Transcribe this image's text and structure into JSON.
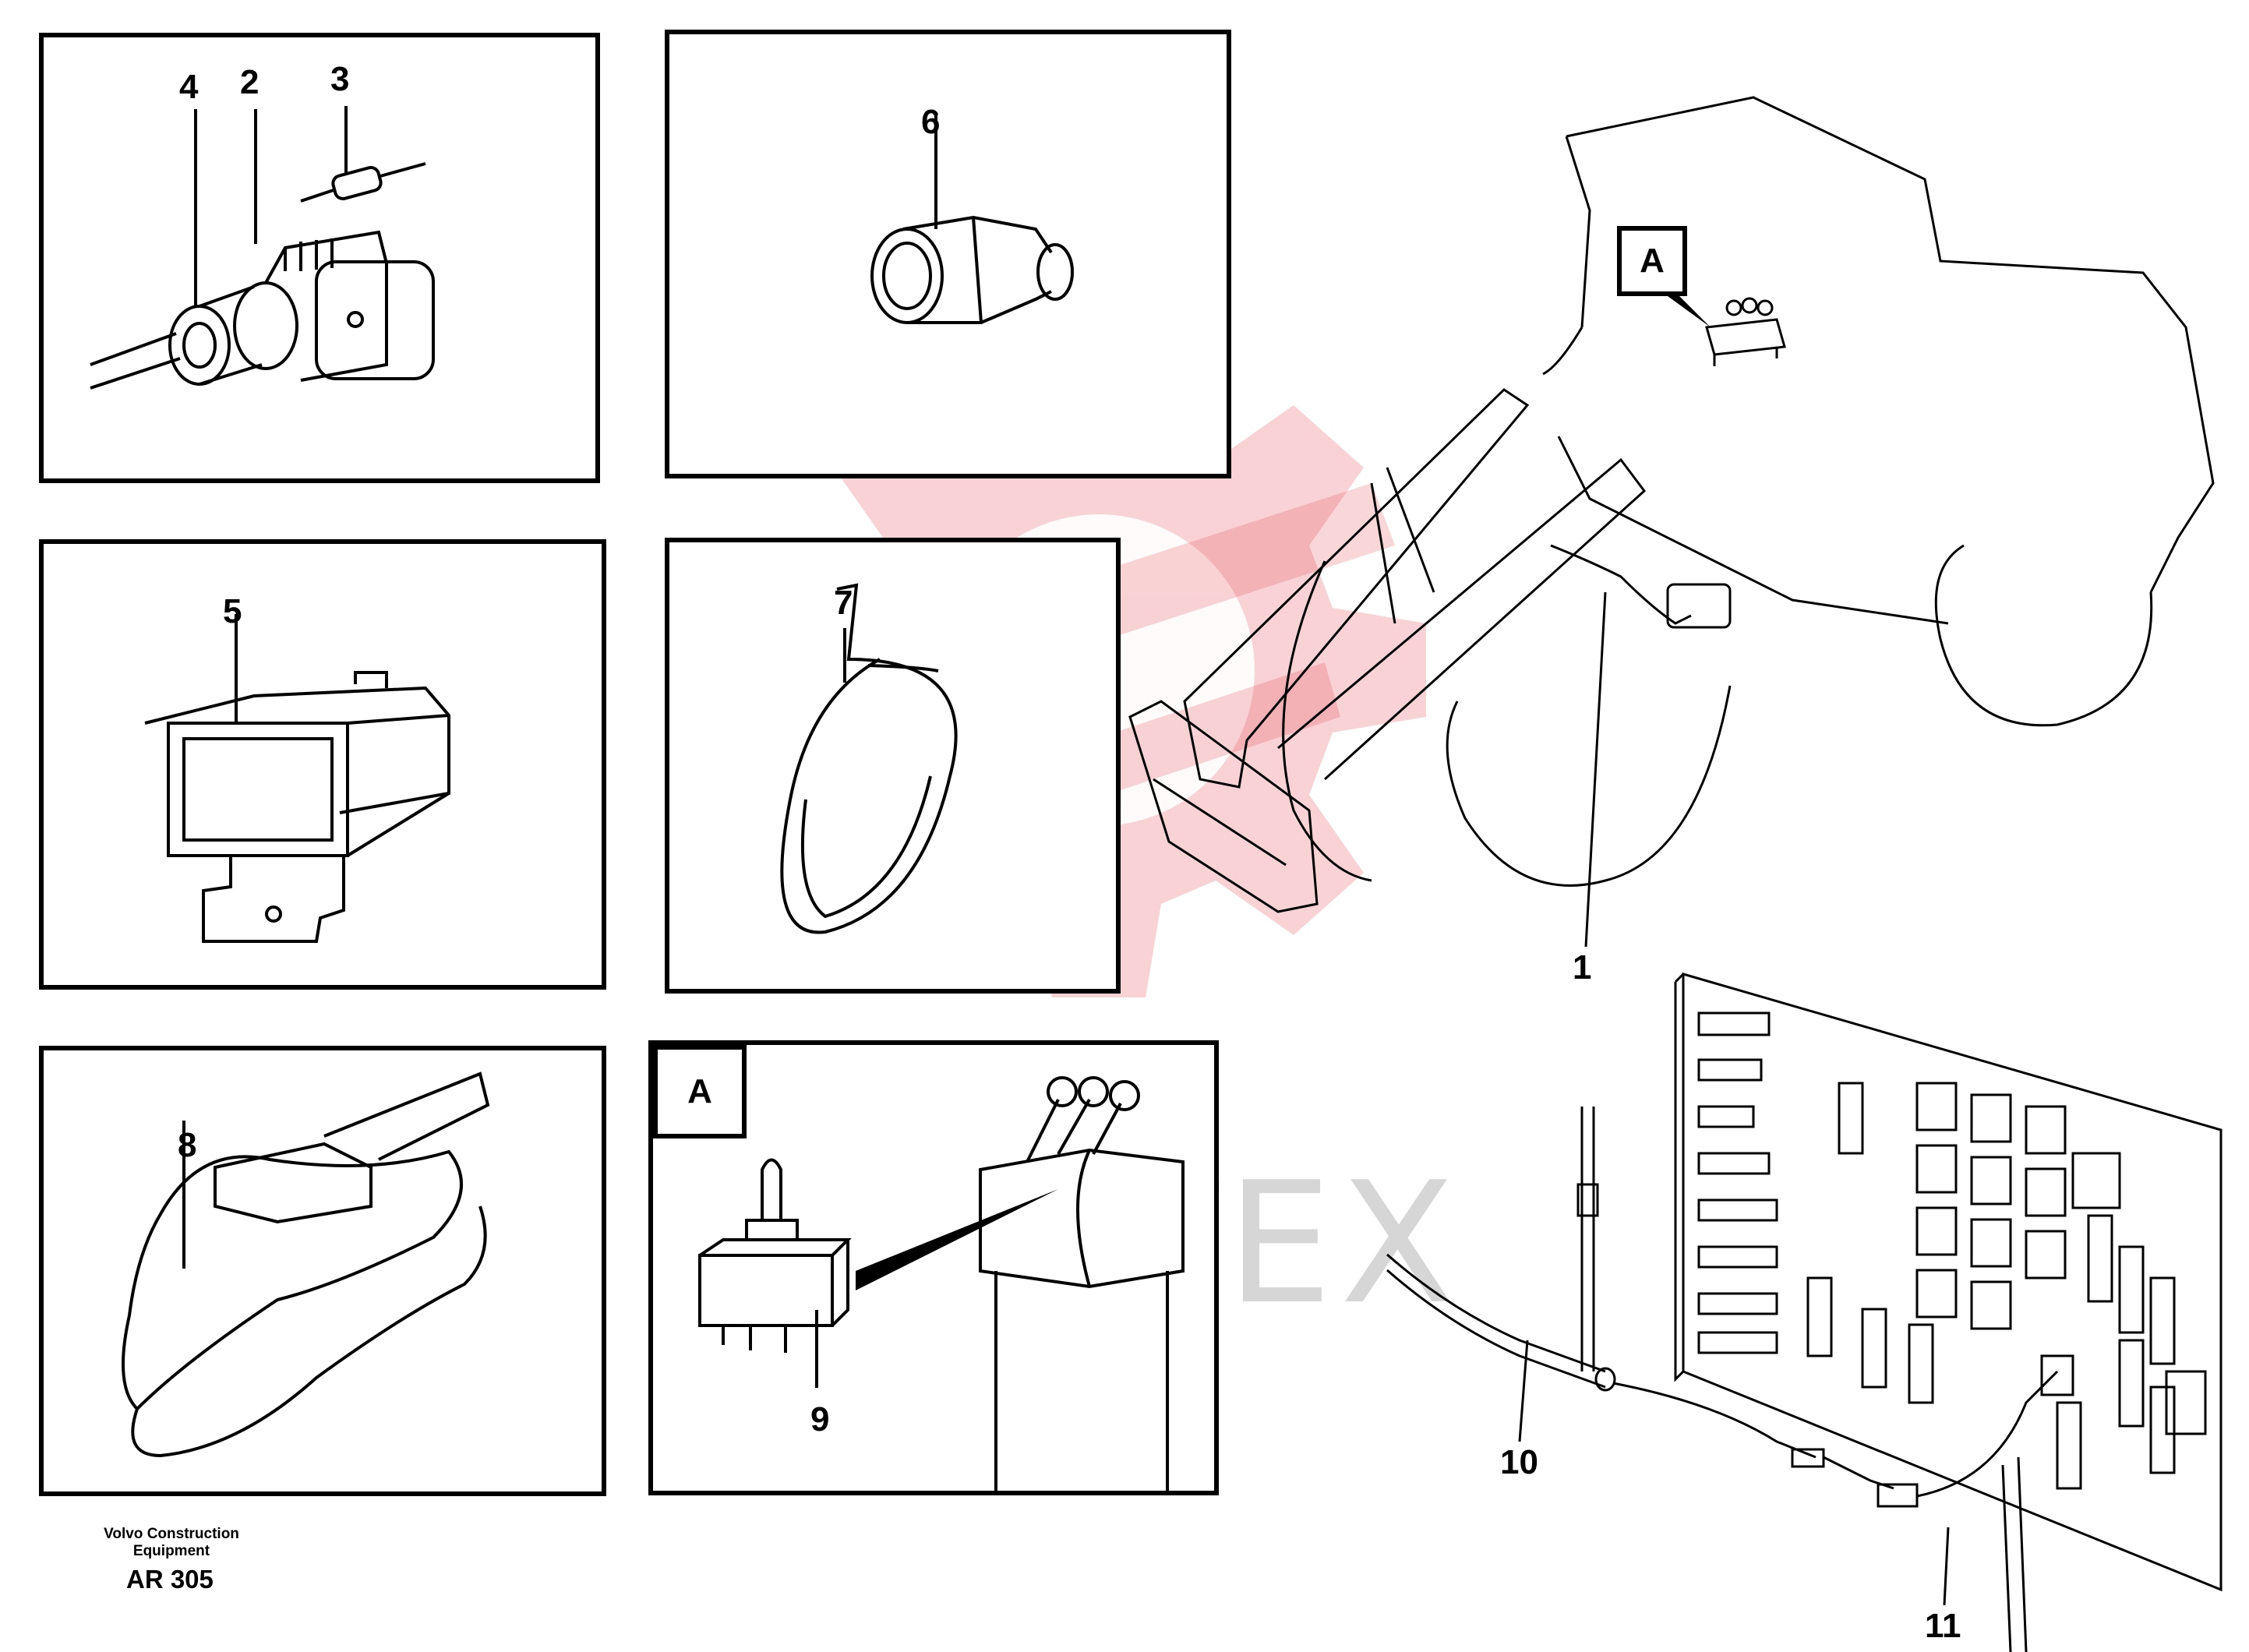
{
  "callouts": {
    "c1": "1",
    "c2": "2",
    "c3": "3",
    "c4": "4",
    "c5": "5",
    "c6": "6",
    "c7": "7",
    "c8": "8",
    "c9": "9",
    "c10": "10",
    "c11": "11"
  },
  "detail_label": "A",
  "footer": {
    "maker_line1": "Volvo Construction",
    "maker_line2": "Equipment",
    "code": "AR 305"
  },
  "watermark": {
    "text": "ИНТЕХ",
    "color": "#f0a0a8"
  },
  "icons": [
    "connector-sleeve-icon",
    "resistor-icon",
    "socket-housing-icon",
    "rubber-boot-icon",
    "flat-connector-icon",
    "cable-tie-icon",
    "strap-icon",
    "toggle-switch-icon",
    "switch-console-icon",
    "wheel-loader-icon",
    "circuit-board-icon",
    "wire-harness-icon"
  ]
}
